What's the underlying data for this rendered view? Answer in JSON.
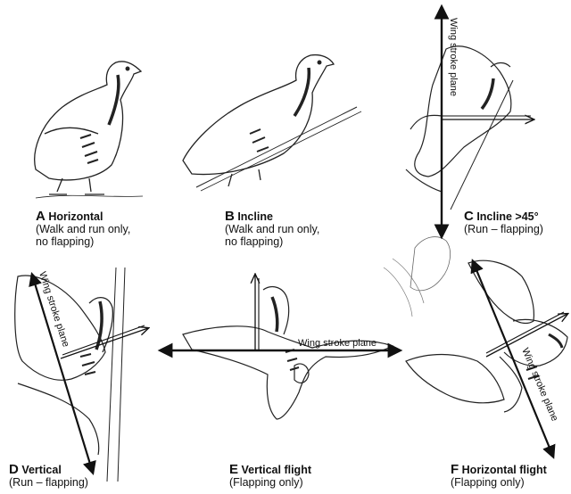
{
  "panels": [
    {
      "id": "A",
      "letter": "A",
      "title": "Horizontal",
      "sub1": "(Walk and run only,",
      "sub2": "no flapping)"
    },
    {
      "id": "B",
      "letter": "B",
      "title": "Incline",
      "sub1": "(Walk and run only,",
      "sub2": "no flapping)"
    },
    {
      "id": "C",
      "letter": "C",
      "title": "Incline >45°",
      "sub1": "(Run – flapping)",
      "sub2": ""
    },
    {
      "id": "D",
      "letter": "D",
      "title": "Vertical",
      "sub1": "(Run – flapping)",
      "sub2": ""
    },
    {
      "id": "E",
      "letter": "E",
      "title": "Vertical flight",
      "sub1": "(Flapping only)",
      "sub2": ""
    },
    {
      "id": "F",
      "letter": "F",
      "title": "Horizontal flight",
      "sub1": "(Flapping only)",
      "sub2": ""
    }
  ],
  "wing_stroke_label": "Wing stroke plane"
}
